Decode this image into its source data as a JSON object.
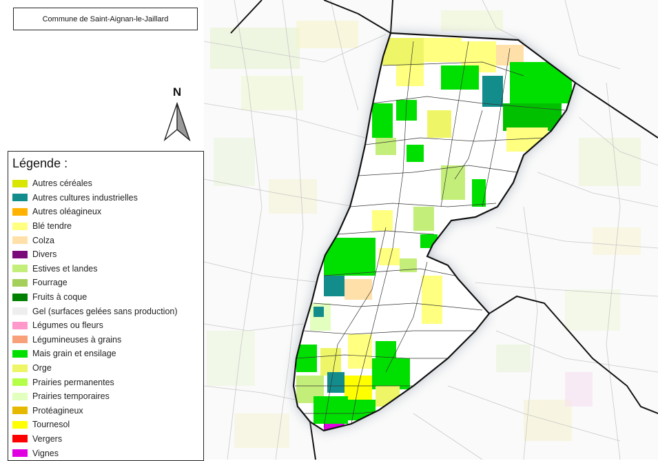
{
  "title": "Commune de Saint-Aignan-le-Jaillard",
  "north_arrow": {
    "label": "N"
  },
  "legend": {
    "title": "Légende :",
    "items": [
      {
        "label": "Autres céréales",
        "color": "#d9e600"
      },
      {
        "label": "Autres cultures industrielles",
        "color": "#138c8c"
      },
      {
        "label": "Autres oléagineux",
        "color": "#ffb300"
      },
      {
        "label": "Blé tendre",
        "color": "#ffff80"
      },
      {
        "label": "Colza",
        "color": "#ffe0a8"
      },
      {
        "label": "Divers",
        "color": "#7a0a7a"
      },
      {
        "label": "Estives et landes",
        "color": "#c4ee7a"
      },
      {
        "label": "Fourrage",
        "color": "#a3cf5a"
      },
      {
        "label": "Fruits à coque",
        "color": "#008000"
      },
      {
        "label": "Gel (surfaces gelées sans production)",
        "color": "#eeeeee"
      },
      {
        "label": "Légumes ou fleurs",
        "color": "#ff99cc"
      },
      {
        "label": "Légumineuses à grains",
        "color": "#f7a07a"
      },
      {
        "label": "Mais grain et ensilage",
        "color": "#00e000"
      },
      {
        "label": "Orge",
        "color": "#eef566"
      },
      {
        "label": "Prairies permanentes",
        "color": "#b5ff4a"
      },
      {
        "label": "Prairies temporaires",
        "color": "#e3ffbf"
      },
      {
        "label": "Protéagineux",
        "color": "#e6b800"
      },
      {
        "label": "Tournesol",
        "color": "#ffff00"
      },
      {
        "label": "Vergers",
        "color": "#ff0000"
      },
      {
        "label": "Vignes",
        "color": "#e000e0"
      }
    ]
  }
}
